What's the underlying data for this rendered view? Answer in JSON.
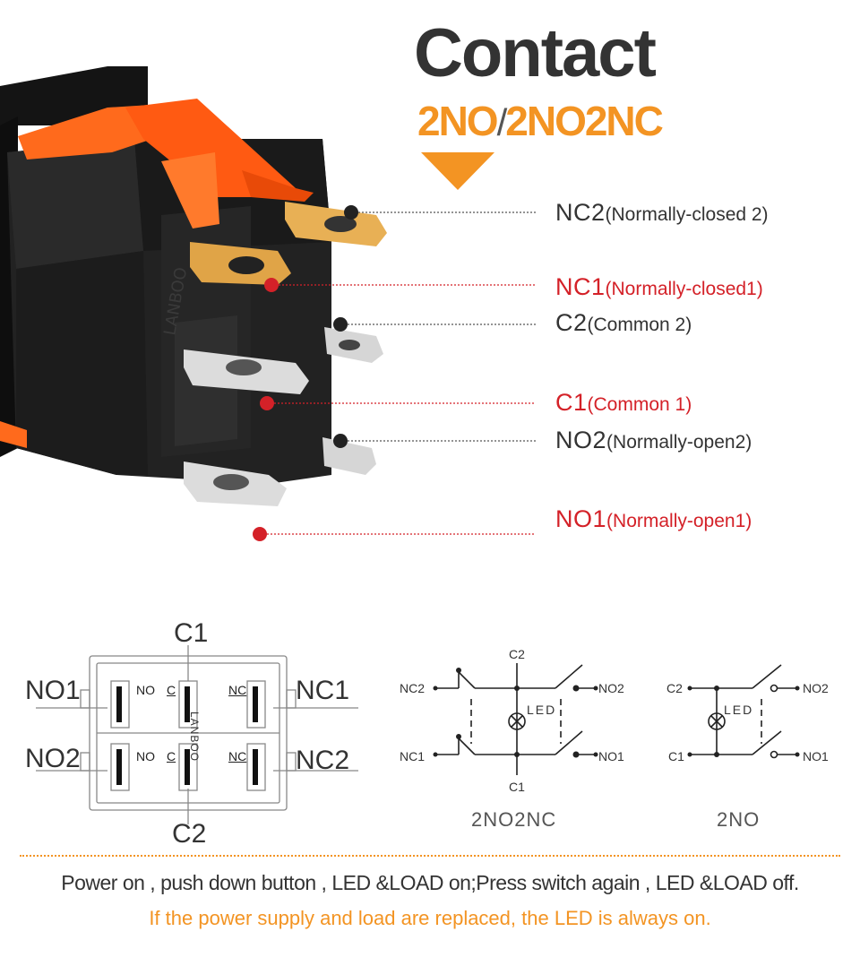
{
  "header": {
    "title": "Contact",
    "subtitle_left": "2NO",
    "subtitle_slash": "/",
    "subtitle_right": "2NO2NC"
  },
  "callouts": [
    {
      "code": "NC2",
      "desc": "(Normally-closed 2)",
      "color": "dark"
    },
    {
      "code": "NC1",
      "desc": "(Normally-closed1)",
      "color": "red"
    },
    {
      "code": "C2",
      "desc": "(Common 2)",
      "color": "dark"
    },
    {
      "code": "C1",
      "desc": "(Common 1)",
      "color": "red"
    },
    {
      "code": "NO2",
      "desc": "(Normally-open2)",
      "color": "dark"
    },
    {
      "code": "NO1",
      "desc": "(Normally-open1)",
      "color": "red"
    }
  ],
  "pin_diagram": {
    "top": "C1",
    "bottom": "C2",
    "left_top": "NO1",
    "left_bottom": "NO2",
    "right_top": "NC1",
    "right_bottom": "NC2",
    "inner_no_top": "NO",
    "inner_c_top": "C",
    "inner_nc_top": "NC",
    "inner_no_bottom": "NO",
    "inner_c_bottom": "C",
    "inner_nc_bottom": "NC",
    "brand": "LANBOO"
  },
  "schematic_2no2nc": {
    "c2": "C2",
    "c1": "C1",
    "nc2": "NC2",
    "nc1": "NC1",
    "no2": "NO2",
    "no1": "NO1",
    "led": "LED",
    "caption": "2NO2NC"
  },
  "schematic_2no": {
    "c2": "C2",
    "c1": "C1",
    "no2": "NO2",
    "no1": "NO1",
    "led": "LED",
    "caption": "2NO"
  },
  "notes": {
    "line1": "Power on , push down button , LED &LOAD on;Press switch again , LED &LOAD off.",
    "line2": "If the power supply and load are replaced, the LED is always on."
  },
  "colors": {
    "accent": "#f39423",
    "red": "#d42128",
    "dark": "#333333",
    "switch_body": "#1e1e1e",
    "actuator": "#ff5a12",
    "gold_terminal": "#e0a447",
    "silver_terminal": "#d6d6d6"
  }
}
